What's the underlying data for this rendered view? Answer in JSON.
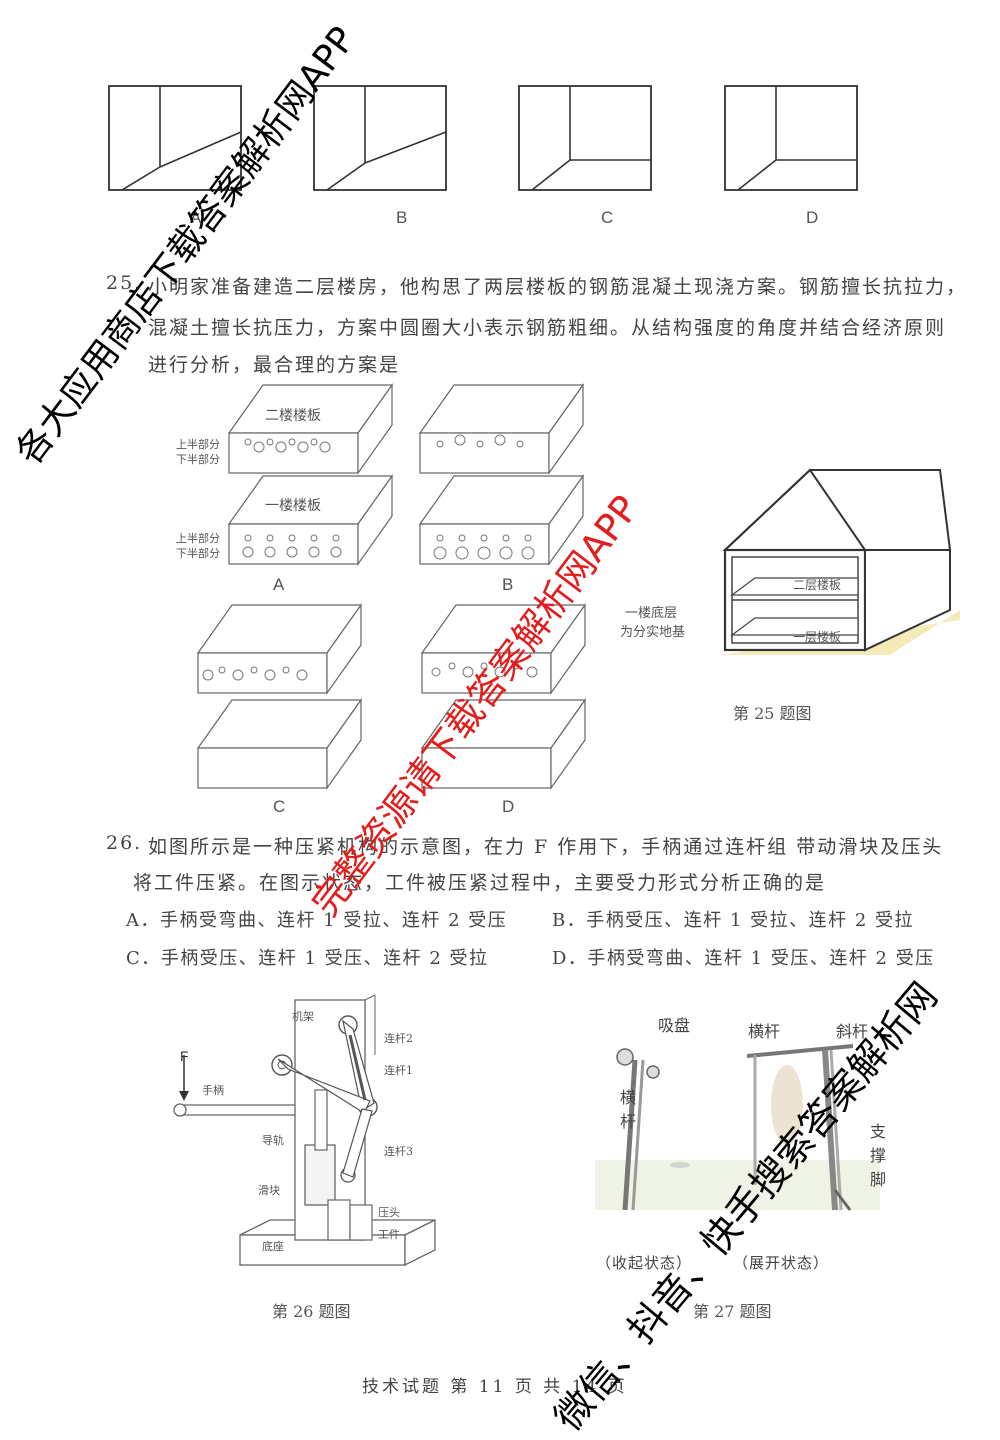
{
  "q24_options": [
    "A",
    "B",
    "C",
    "D"
  ],
  "q25": {
    "number": "25.",
    "lines": [
      "小明家准备建造二层楼房，他构思了两层楼板的钢筋混凝土现浇方案。钢筋擅长抗拉力，",
      "混凝土擅长抗压力，方案中圆圈大小表示钢筋粗细。从结构强度的角度并结合经济原则",
      "进行分析，最合理的方案是"
    ],
    "slab_top": "二楼楼板",
    "slab_bottom": "一楼楼板",
    "upper_part": "上半部分",
    "lower_part": "下半部分",
    "options": [
      "A",
      "B",
      "C",
      "D"
    ],
    "house_floor2": "二层楼板",
    "house_floor1": "一层楼板",
    "ground_note_1": "一楼底层",
    "ground_note_2": "为分实地基",
    "caption": "第 25 题图"
  },
  "q26": {
    "number": "26.",
    "lines": [
      "如图所示是一种压紧机构的示意图，在力 F 作用下，手柄通过连杆组 带动滑块及压头",
      "将工件压紧。在图示状态，工件被压紧过程中，主要受力形式分析正确的是"
    ],
    "options": [
      "A．手柄受弯曲、连杆 1 受拉、连杆 2 受压",
      "B．手柄受压、连杆 1 受拉、连杆 2 受拉",
      "C．手柄受压、连杆 1 受压、连杆 2 受拉",
      "D．手柄受弯曲、连杆 1 受压、连杆 2 受压"
    ],
    "labels": {
      "frame": "机架",
      "link2": "连杆2",
      "link1": "连杆1",
      "force": "F",
      "handle": "手柄",
      "guide": "导轨",
      "link3": "连杆3",
      "slider": "滑块",
      "press_head": "压头",
      "workpiece": "工件",
      "base": "底座"
    },
    "caption": "第 26 题图"
  },
  "q27": {
    "labels": {
      "suction": "吸盘",
      "crossbar": "横杆",
      "crossbar_left_1": "横",
      "crossbar_left_2": "杆",
      "diagonal": "斜杆",
      "support_1": "支",
      "support_2": "撑",
      "support_3": "脚"
    },
    "state_folded": "（收起状态）",
    "state_open": "（展开状态）",
    "caption": "第 27 题图"
  },
  "footer": "技术试题  第 11 页  共 14 页",
  "watermarks": {
    "top_left": "各大应用商店下载答案解析网APP",
    "center_red": "完整资源请下载答案解析网APP",
    "bottom_right": "微信、抖音、快手搜索答案解析网"
  }
}
